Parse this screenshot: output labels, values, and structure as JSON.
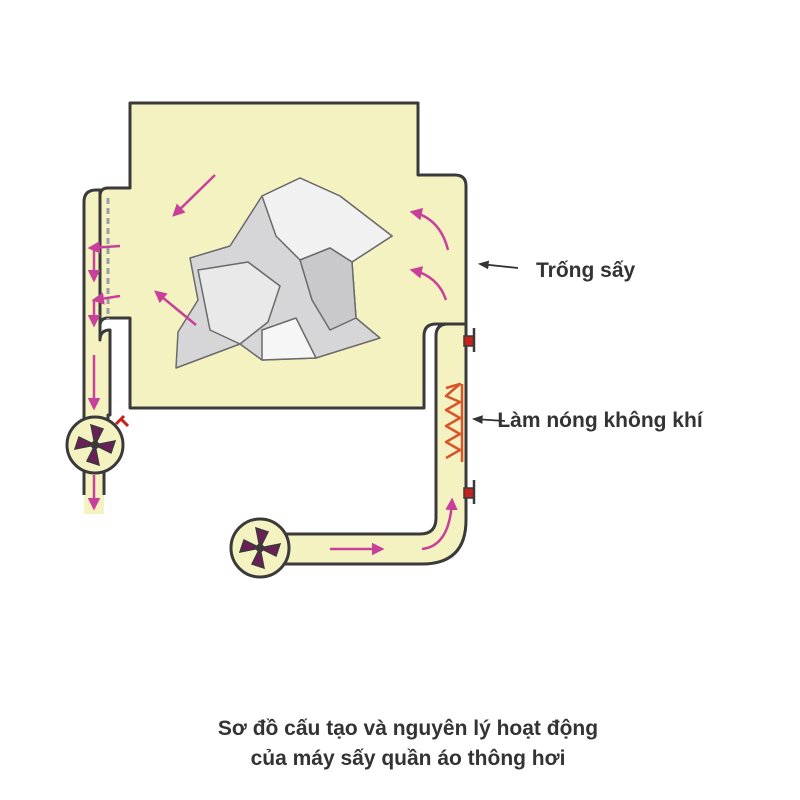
{
  "labels": {
    "drum": "Trống sấy",
    "heater": "Làm nóng không khí"
  },
  "caption": {
    "line1": "Sơ đồ cấu tạo và nguyên lý hoạt động",
    "line2": "của máy sấy quần áo thông hơi"
  },
  "colors": {
    "body_fill": "#f5f2c2",
    "outline": "#3a3a3a",
    "arrow": "#c8409a",
    "fan": "#6b1f57",
    "heater_coil": "#d9532b",
    "valve": "#c8201a"
  }
}
